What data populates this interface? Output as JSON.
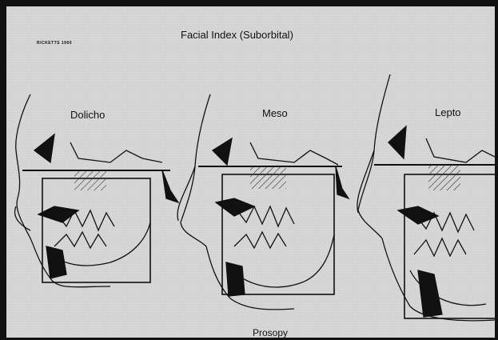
{
  "figure": {
    "title": "Facial Index (Suborbital)",
    "credit": "RICKETTS 1960",
    "footer": "Prosopy",
    "panels": [
      {
        "label": "Dolicho"
      },
      {
        "label": "Meso"
      },
      {
        "label": "Lepto"
      }
    ]
  },
  "colors": {
    "background": "#d7d7d7",
    "ink": "#111111",
    "frame": "#111111"
  }
}
